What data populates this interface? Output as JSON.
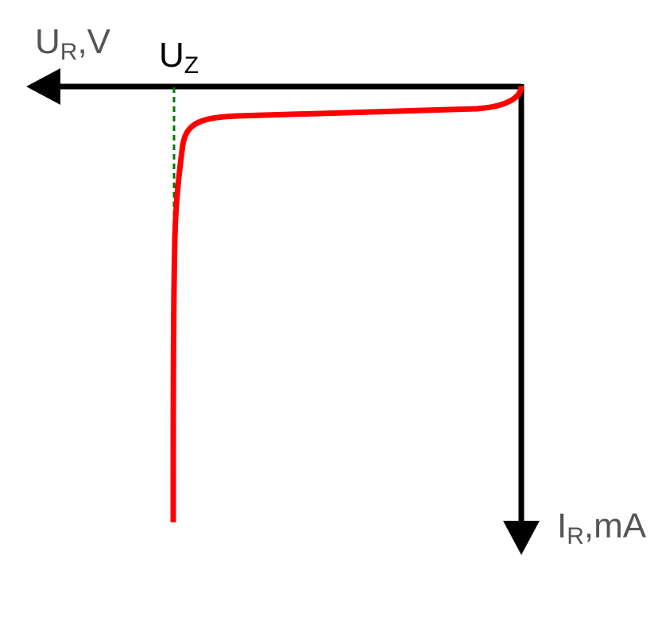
{
  "axes": {
    "x_axis": {
      "main": "U",
      "sub": "R",
      "suffix": ",V",
      "color": "#555555"
    },
    "y_axis": {
      "main": "I",
      "sub": "R",
      "suffix": ",mA",
      "color": "#555555"
    }
  },
  "zener_label": {
    "main": "U",
    "sub": "Z",
    "color": "#000000"
  },
  "colors": {
    "axis": "#000000",
    "curve": "#ff0000",
    "guide": "#007700"
  }
}
